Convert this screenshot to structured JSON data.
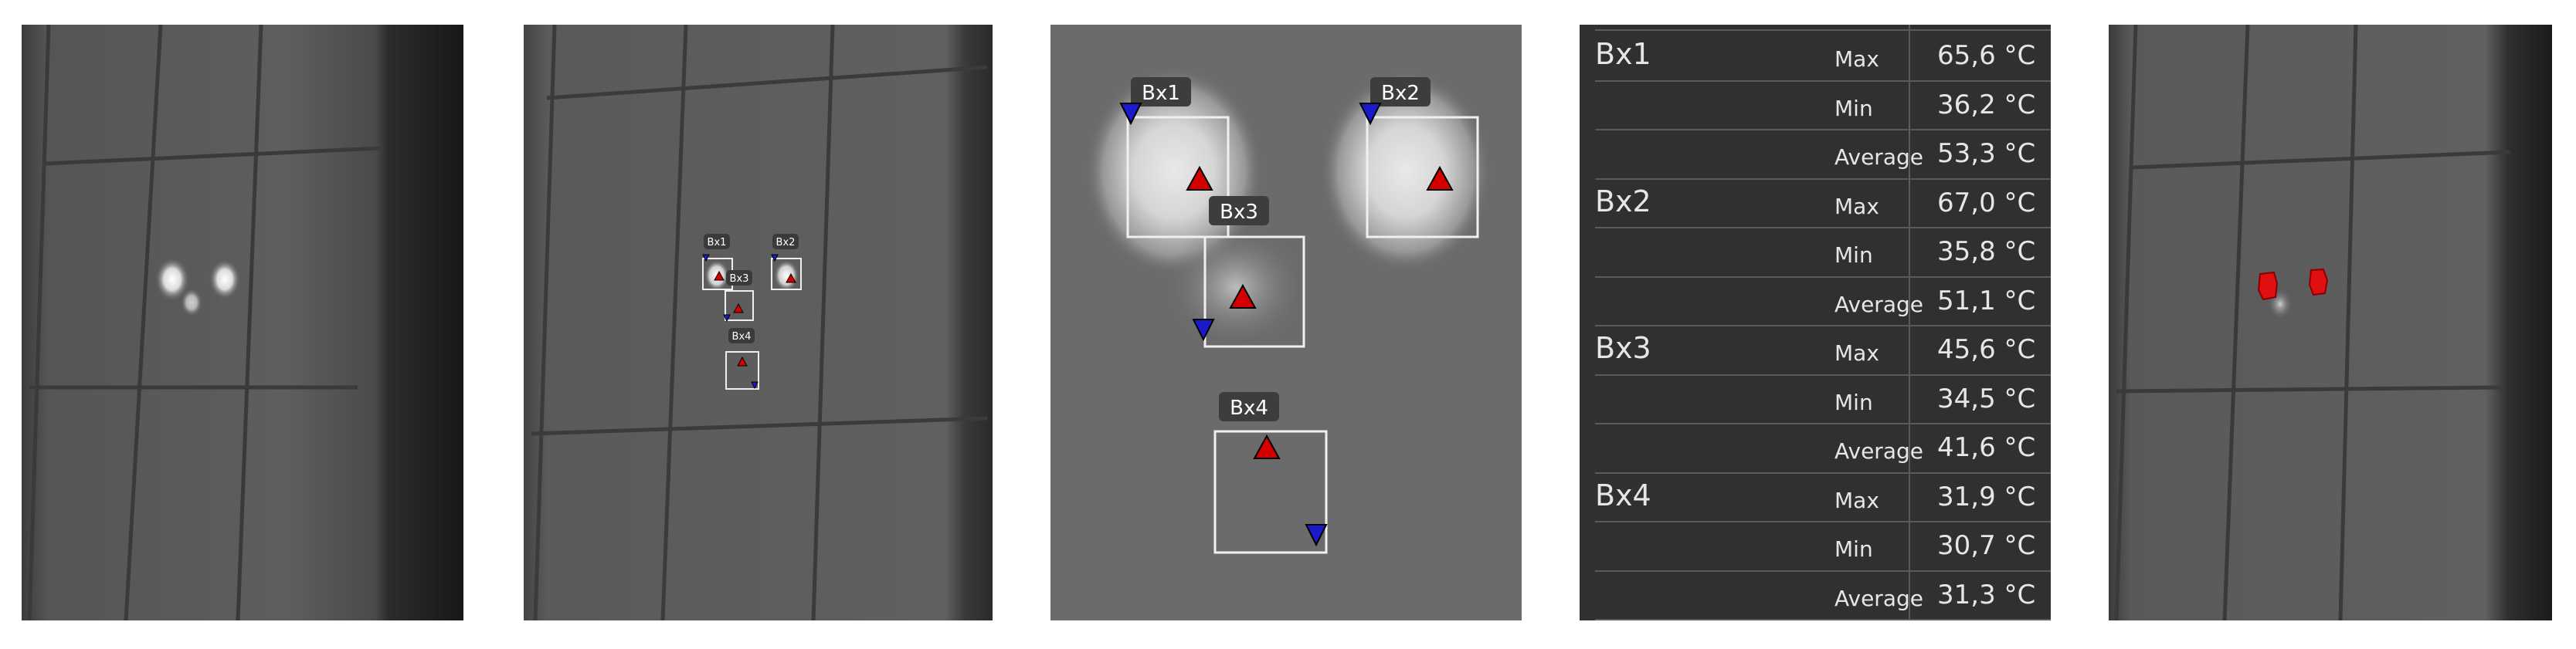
{
  "stats": {
    "rows": [
      {
        "box": "Bx1",
        "metric": "Max",
        "value": "65,6 °C"
      },
      {
        "box": "",
        "metric": "Min",
        "value": "36,2 °C"
      },
      {
        "box": "",
        "metric": "Average",
        "value": "53,3 °C"
      },
      {
        "box": "Bx2",
        "metric": "Max",
        "value": "67,0 °C"
      },
      {
        "box": "",
        "metric": "Min",
        "value": "35,8 °C"
      },
      {
        "box": "",
        "metric": "Average",
        "value": "51,1 °C"
      },
      {
        "box": "Bx3",
        "metric": "Max",
        "value": "45,6 °C"
      },
      {
        "box": "",
        "metric": "Min",
        "value": "34,5 °C"
      },
      {
        "box": "",
        "metric": "Average",
        "value": "41,6 °C"
      },
      {
        "box": "Bx4",
        "metric": "Max",
        "value": "31,9 °C"
      },
      {
        "box": "",
        "metric": "Min",
        "value": "30,7 °C"
      },
      {
        "box": "",
        "metric": "Average",
        "value": "31,3 °C"
      }
    ]
  },
  "boxes": {
    "bx1": "Bx1",
    "bx2": "Bx2",
    "bx3": "Bx3",
    "bx4": "Bx4"
  },
  "colors": {
    "max_marker": "#d40000",
    "min_marker": "#1a1acc",
    "hotspot_overlay": "#e01010",
    "table_background": "#303030"
  },
  "icons": {
    "max_marker": "red-triangle-up-icon",
    "min_marker": "blue-triangle-down-icon"
  }
}
